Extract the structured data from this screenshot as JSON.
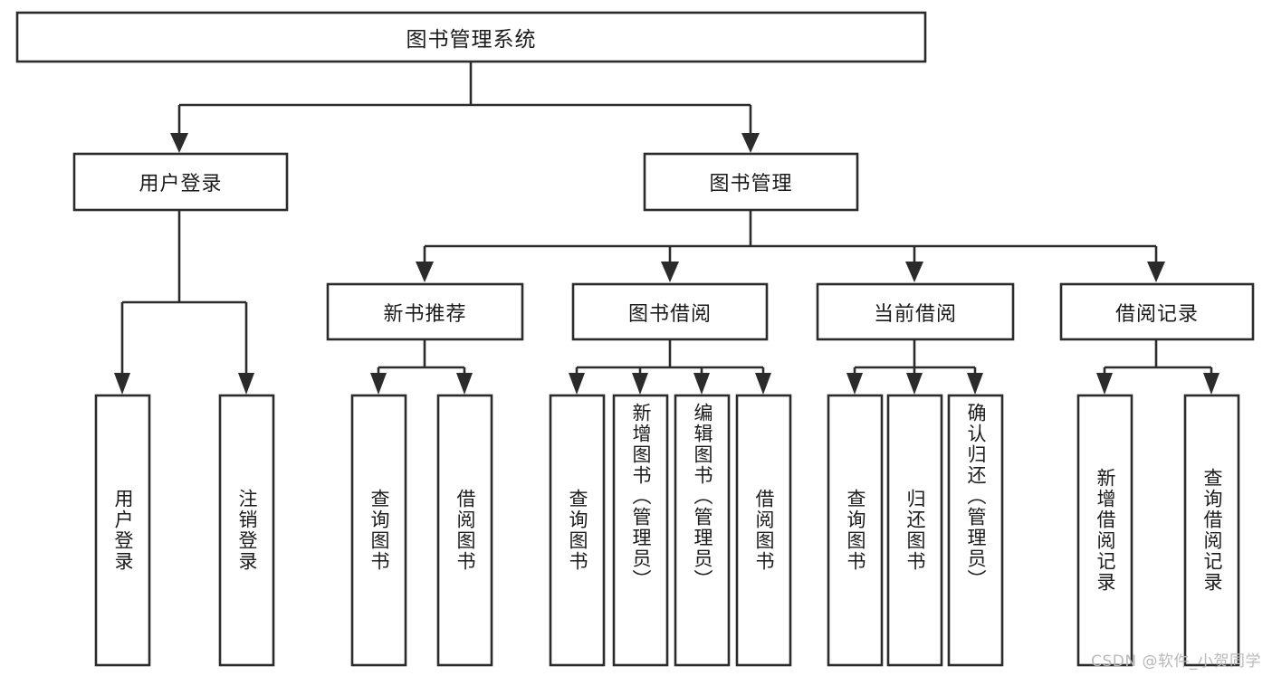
{
  "diagram": {
    "type": "tree-hierarchy-chart",
    "title_text": "图书管理系统",
    "orientation": "top-down",
    "colors": {
      "box_stroke": "#2b2b2b",
      "box_fill": "#ffffff",
      "connector": "#2b2b2b",
      "text": "#1b1b1b",
      "background": "#ffffff",
      "watermark": "#b9b9b9"
    },
    "root": {
      "id": "root",
      "label": "图书管理系统",
      "orientation": "horizontal"
    },
    "level2": [
      {
        "id": "user-login",
        "label": "用户登录",
        "orientation": "horizontal"
      },
      {
        "id": "book-manage",
        "label": "图书管理",
        "orientation": "horizontal"
      }
    ],
    "level3": [
      {
        "id": "new-book-recommend",
        "label": "新书推荐",
        "orientation": "horizontal",
        "parent": "book-manage"
      },
      {
        "id": "book-borrow",
        "label": "图书借阅",
        "orientation": "horizontal",
        "parent": "book-manage"
      },
      {
        "id": "current-borrow",
        "label": "当前借阅",
        "orientation": "horizontal",
        "parent": "book-manage"
      },
      {
        "id": "borrow-record",
        "label": "借阅记录",
        "orientation": "horizontal",
        "parent": "book-manage"
      }
    ],
    "leaves": [
      {
        "id": "leaf-user-login",
        "label": "用户登录",
        "orientation": "vertical",
        "parent": "user-login"
      },
      {
        "id": "leaf-logout-login",
        "label": "注销登录",
        "orientation": "vertical",
        "parent": "user-login"
      },
      {
        "id": "leaf-query-book-1",
        "label": "查询图书",
        "orientation": "vertical",
        "parent": "new-book-recommend"
      },
      {
        "id": "leaf-borrow-book-1",
        "label": "借阅图书",
        "orientation": "vertical",
        "parent": "new-book-recommend"
      },
      {
        "id": "leaf-query-book-2",
        "label": "查询图书",
        "orientation": "vertical",
        "parent": "book-borrow"
      },
      {
        "id": "leaf-add-book-admin",
        "label": "新增图书（管理员）",
        "orientation": "vertical",
        "parent": "book-borrow"
      },
      {
        "id": "leaf-edit-book-admin",
        "label": "编辑图书（管理员）",
        "orientation": "vertical",
        "parent": "book-borrow"
      },
      {
        "id": "leaf-borrow-book-2",
        "label": "借阅图书",
        "orientation": "vertical",
        "parent": "book-borrow"
      },
      {
        "id": "leaf-query-book-3",
        "label": "查询图书",
        "orientation": "vertical",
        "parent": "current-borrow"
      },
      {
        "id": "leaf-return-book",
        "label": "归还图书",
        "orientation": "vertical",
        "parent": "current-borrow"
      },
      {
        "id": "leaf-confirm-return-admin",
        "label": "确认归还（管理员）",
        "orientation": "vertical",
        "parent": "current-borrow"
      },
      {
        "id": "leaf-add-borrow-record",
        "label": "新增借阅记录",
        "orientation": "vertical",
        "parent": "borrow-record"
      },
      {
        "id": "leaf-query-borrow-record",
        "label": "查询借阅记录",
        "orientation": "vertical",
        "parent": "borrow-record"
      }
    ]
  },
  "watermark": {
    "text": "CSDN @软件_小贺同学"
  }
}
